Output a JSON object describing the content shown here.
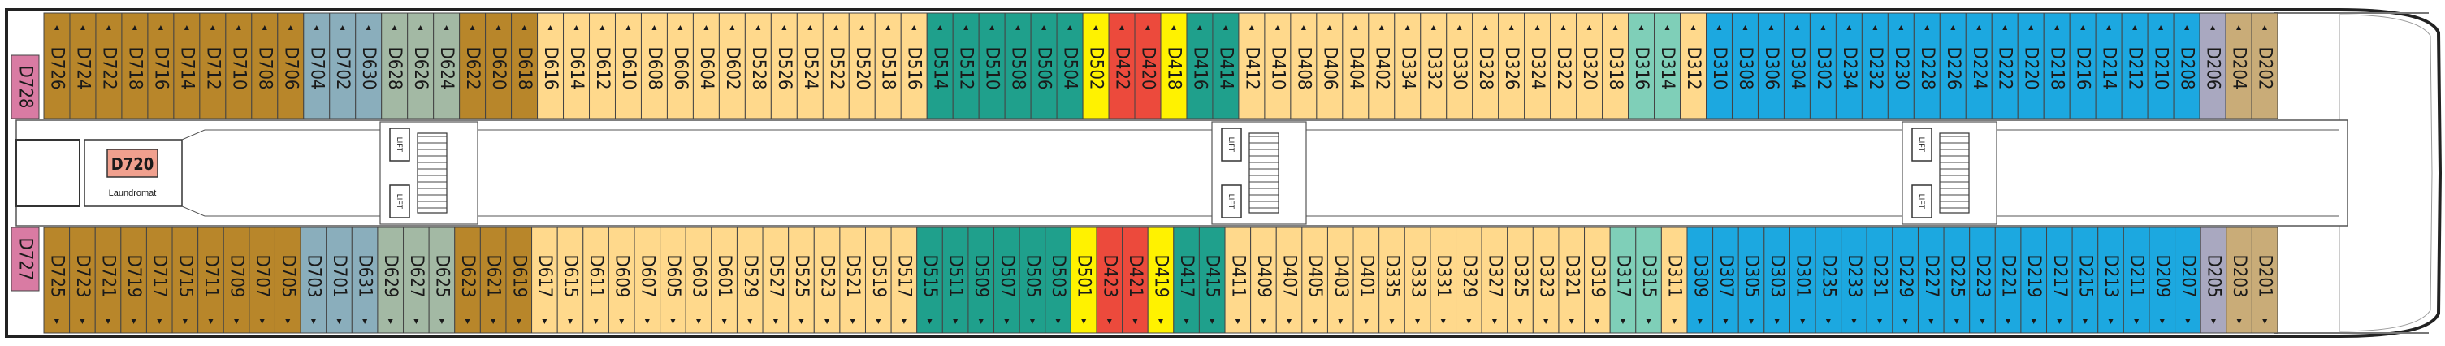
{
  "colors": {
    "brown": "#b8862a",
    "slate": "#8aaebc",
    "sage": "#a3b9a4",
    "cream": "#ffd98c",
    "teal": "#1fa08c",
    "yellow": "#fff200",
    "red": "#ec4a3c",
    "mint": "#7fcfb8",
    "blue": "#1ca8e0",
    "grey": "#a9a8c0",
    "tan": "#c9ac78",
    "pink": "#d97ba3",
    "salmon": "#f0a08e",
    "corridor": "#ffffff",
    "outline": "#444444",
    "hull": "#222222"
  },
  "top_row": [
    {
      "label": "D726",
      "color": "brown"
    },
    {
      "label": "D724",
      "color": "brown"
    },
    {
      "label": "D722",
      "color": "brown"
    },
    {
      "label": "D718",
      "color": "brown"
    },
    {
      "label": "D716",
      "color": "brown"
    },
    {
      "label": "D714",
      "color": "brown"
    },
    {
      "label": "D712",
      "color": "brown"
    },
    {
      "label": "D710",
      "color": "brown"
    },
    {
      "label": "D708",
      "color": "brown"
    },
    {
      "label": "D706",
      "color": "brown"
    },
    {
      "label": "D704",
      "color": "slate"
    },
    {
      "label": "D702",
      "color": "slate"
    },
    {
      "label": "D630",
      "color": "slate"
    },
    {
      "label": "D628",
      "color": "sage"
    },
    {
      "label": "D626",
      "color": "sage"
    },
    {
      "label": "D624",
      "color": "sage"
    },
    {
      "label": "D622",
      "color": "brown"
    },
    {
      "label": "D620",
      "color": "brown"
    },
    {
      "label": "D618",
      "color": "brown"
    },
    {
      "label": "D616",
      "color": "cream"
    },
    {
      "label": "D614",
      "color": "cream"
    },
    {
      "label": "D612",
      "color": "cream"
    },
    {
      "label": "D610",
      "color": "cream"
    },
    {
      "label": "D608",
      "color": "cream"
    },
    {
      "label": "D606",
      "color": "cream"
    },
    {
      "label": "D604",
      "color": "cream"
    },
    {
      "label": "D602",
      "color": "cream"
    },
    {
      "label": "D528",
      "color": "cream"
    },
    {
      "label": "D526",
      "color": "cream"
    },
    {
      "label": "D524",
      "color": "cream"
    },
    {
      "label": "D522",
      "color": "cream"
    },
    {
      "label": "D520",
      "color": "cream"
    },
    {
      "label": "D518",
      "color": "cream"
    },
    {
      "label": "D516",
      "color": "cream"
    },
    {
      "label": "D514",
      "color": "teal"
    },
    {
      "label": "D512",
      "color": "teal"
    },
    {
      "label": "D510",
      "color": "teal"
    },
    {
      "label": "D508",
      "color": "teal"
    },
    {
      "label": "D506",
      "color": "teal"
    },
    {
      "label": "D504",
      "color": "teal"
    },
    {
      "label": "D502",
      "color": "yellow"
    },
    {
      "label": "D422",
      "color": "red"
    },
    {
      "label": "D420",
      "color": "red"
    },
    {
      "label": "D418",
      "color": "yellow"
    },
    {
      "label": "D416",
      "color": "teal"
    },
    {
      "label": "D414",
      "color": "teal"
    },
    {
      "label": "D412",
      "color": "cream"
    },
    {
      "label": "D410",
      "color": "cream"
    },
    {
      "label": "D408",
      "color": "cream"
    },
    {
      "label": "D406",
      "color": "cream"
    },
    {
      "label": "D404",
      "color": "cream"
    },
    {
      "label": "D402",
      "color": "cream"
    },
    {
      "label": "D334",
      "color": "cream"
    },
    {
      "label": "D332",
      "color": "cream"
    },
    {
      "label": "D330",
      "color": "cream"
    },
    {
      "label": "D328",
      "color": "cream"
    },
    {
      "label": "D326",
      "color": "cream"
    },
    {
      "label": "D324",
      "color": "cream"
    },
    {
      "label": "D322",
      "color": "cream"
    },
    {
      "label": "D320",
      "color": "cream"
    },
    {
      "label": "D318",
      "color": "cream"
    },
    {
      "label": "D316",
      "color": "mint"
    },
    {
      "label": "D314",
      "color": "mint"
    },
    {
      "label": "D312",
      "color": "cream"
    },
    {
      "label": "D310",
      "color": "blue"
    },
    {
      "label": "D308",
      "color": "blue"
    },
    {
      "label": "D306",
      "color": "blue"
    },
    {
      "label": "D304",
      "color": "blue"
    },
    {
      "label": "D302",
      "color": "blue"
    },
    {
      "label": "D234",
      "color": "blue"
    },
    {
      "label": "D232",
      "color": "blue"
    },
    {
      "label": "D230",
      "color": "blue"
    },
    {
      "label": "D228",
      "color": "blue"
    },
    {
      "label": "D226",
      "color": "blue"
    },
    {
      "label": "D224",
      "color": "blue"
    },
    {
      "label": "D222",
      "color": "blue"
    },
    {
      "label": "D220",
      "color": "blue"
    },
    {
      "label": "D218",
      "color": "blue"
    },
    {
      "label": "D216",
      "color": "blue"
    },
    {
      "label": "D214",
      "color": "blue"
    },
    {
      "label": "D212",
      "color": "blue"
    },
    {
      "label": "D210",
      "color": "blue"
    },
    {
      "label": "D208",
      "color": "blue"
    },
    {
      "label": "D206",
      "color": "grey"
    },
    {
      "label": "D204",
      "color": "tan"
    },
    {
      "label": "D202",
      "color": "tan"
    }
  ],
  "bottom_row": [
    {
      "label": "D725",
      "color": "brown"
    },
    {
      "label": "D723",
      "color": "brown"
    },
    {
      "label": "D721",
      "color": "brown"
    },
    {
      "label": "D719",
      "color": "brown"
    },
    {
      "label": "D717",
      "color": "brown"
    },
    {
      "label": "D715",
      "color": "brown"
    },
    {
      "label": "D711",
      "color": "brown"
    },
    {
      "label": "D709",
      "color": "brown"
    },
    {
      "label": "D707",
      "color": "brown"
    },
    {
      "label": "D705",
      "color": "brown"
    },
    {
      "label": "D703",
      "color": "slate"
    },
    {
      "label": "D701",
      "color": "slate"
    },
    {
      "label": "D631",
      "color": "slate"
    },
    {
      "label": "D629",
      "color": "sage"
    },
    {
      "label": "D627",
      "color": "sage"
    },
    {
      "label": "D625",
      "color": "sage"
    },
    {
      "label": "D623",
      "color": "brown"
    },
    {
      "label": "D621",
      "color": "brown"
    },
    {
      "label": "D619",
      "color": "brown"
    },
    {
      "label": "D617",
      "color": "cream"
    },
    {
      "label": "D615",
      "color": "cream"
    },
    {
      "label": "D611",
      "color": "cream"
    },
    {
      "label": "D609",
      "color": "cream"
    },
    {
      "label": "D607",
      "color": "cream"
    },
    {
      "label": "D605",
      "color": "cream"
    },
    {
      "label": "D603",
      "color": "cream"
    },
    {
      "label": "D601",
      "color": "cream"
    },
    {
      "label": "D529",
      "color": "cream"
    },
    {
      "label": "D527",
      "color": "cream"
    },
    {
      "label": "D525",
      "color": "cream"
    },
    {
      "label": "D523",
      "color": "cream"
    },
    {
      "label": "D521",
      "color": "cream"
    },
    {
      "label": "D519",
      "color": "cream"
    },
    {
      "label": "D517",
      "color": "cream"
    },
    {
      "label": "D515",
      "color": "teal"
    },
    {
      "label": "D511",
      "color": "teal"
    },
    {
      "label": "D509",
      "color": "teal"
    },
    {
      "label": "D507",
      "color": "teal"
    },
    {
      "label": "D505",
      "color": "teal"
    },
    {
      "label": "D503",
      "color": "teal"
    },
    {
      "label": "D501",
      "color": "yellow"
    },
    {
      "label": "D423",
      "color": "red"
    },
    {
      "label": "D421",
      "color": "red"
    },
    {
      "label": "D419",
      "color": "yellow"
    },
    {
      "label": "D417",
      "color": "teal"
    },
    {
      "label": "D415",
      "color": "teal"
    },
    {
      "label": "D411",
      "color": "cream"
    },
    {
      "label": "D409",
      "color": "cream"
    },
    {
      "label": "D407",
      "color": "cream"
    },
    {
      "label": "D405",
      "color": "cream"
    },
    {
      "label": "D403",
      "color": "cream"
    },
    {
      "label": "D401",
      "color": "cream"
    },
    {
      "label": "D335",
      "color": "cream"
    },
    {
      "label": "D333",
      "color": "cream"
    },
    {
      "label": "D331",
      "color": "cream"
    },
    {
      "label": "D329",
      "color": "cream"
    },
    {
      "label": "D327",
      "color": "cream"
    },
    {
      "label": "D325",
      "color": "cream"
    },
    {
      "label": "D323",
      "color": "cream"
    },
    {
      "label": "D321",
      "color": "cream"
    },
    {
      "label": "D319",
      "color": "cream"
    },
    {
      "label": "D317",
      "color": "mint"
    },
    {
      "label": "D315",
      "color": "mint"
    },
    {
      "label": "D311",
      "color": "cream"
    },
    {
      "label": "D309",
      "color": "blue"
    },
    {
      "label": "D307",
      "color": "blue"
    },
    {
      "label": "D305",
      "color": "blue"
    },
    {
      "label": "D303",
      "color": "blue"
    },
    {
      "label": "D301",
      "color": "blue"
    },
    {
      "label": "D235",
      "color": "blue"
    },
    {
      "label": "D233",
      "color": "blue"
    },
    {
      "label": "D231",
      "color": "blue"
    },
    {
      "label": "D229",
      "color": "blue"
    },
    {
      "label": "D227",
      "color": "blue"
    },
    {
      "label": "D225",
      "color": "blue"
    },
    {
      "label": "D223",
      "color": "blue"
    },
    {
      "label": "D221",
      "color": "blue"
    },
    {
      "label": "D219",
      "color": "blue"
    },
    {
      "label": "D217",
      "color": "blue"
    },
    {
      "label": "D215",
      "color": "blue"
    },
    {
      "label": "D213",
      "color": "blue"
    },
    {
      "label": "D211",
      "color": "blue"
    },
    {
      "label": "D209",
      "color": "blue"
    },
    {
      "label": "D207",
      "color": "blue"
    },
    {
      "label": "D205",
      "color": "grey"
    },
    {
      "label": "D203",
      "color": "tan"
    },
    {
      "label": "D201",
      "color": "tan"
    }
  ],
  "end_cabins": {
    "top": {
      "label": "D728",
      "color": "pink"
    },
    "bottom": {
      "label": "D727",
      "color": "pink"
    }
  },
  "laundromat": {
    "label": "D720",
    "caption": "Laundromat",
    "color": "salmon"
  },
  "lift_label": "LIFT"
}
